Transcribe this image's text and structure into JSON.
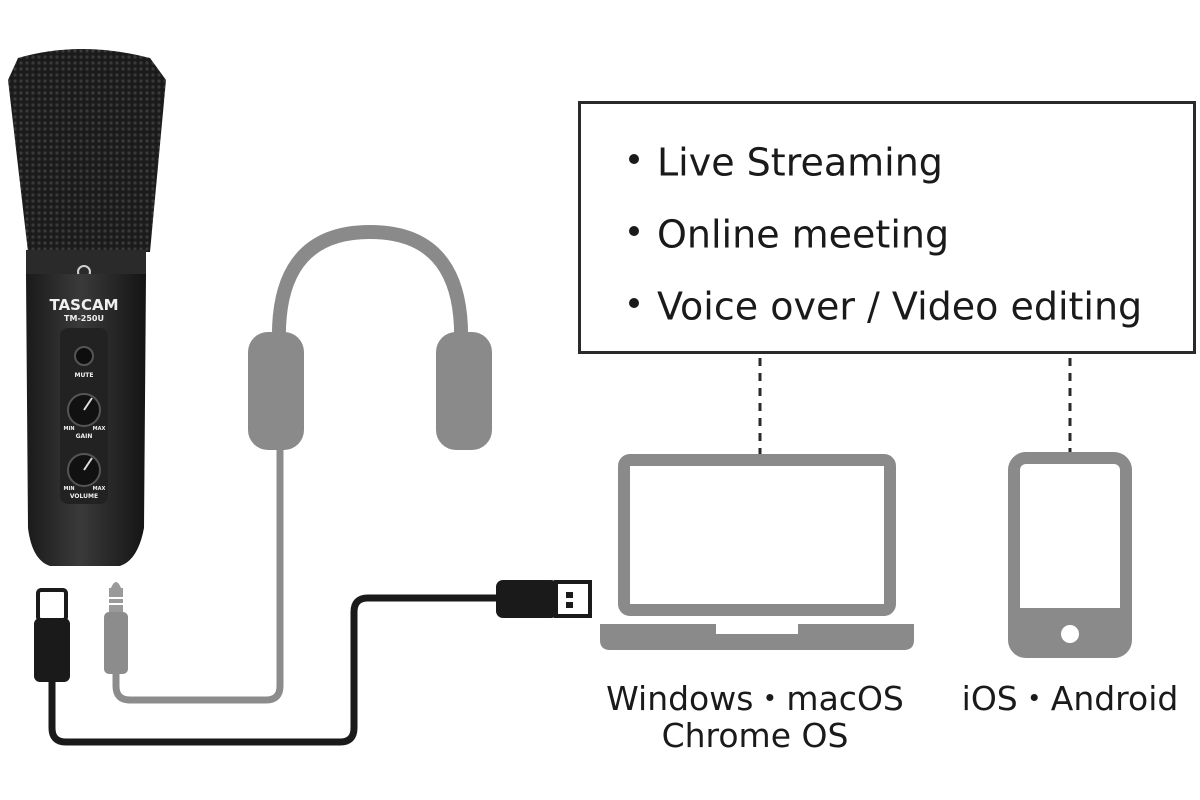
{
  "use_cases": [
    "Live Streaming",
    "Online meeting",
    "Voice over / Video editing"
  ],
  "computer_os": {
    "line1": "Windows・macOS",
    "line2": "Chrome OS"
  },
  "mobile_os": "iOS・Android",
  "microphone": {
    "brand": "TASCAM",
    "model": "TM-250U",
    "mute_label": "MUTE",
    "gain_label": "GAIN",
    "volume_label": "VOLUME",
    "min_label": "MIN",
    "max_label": "MAX"
  },
  "colors": {
    "cable_black": "#1a1a1a",
    "cable_gray": "#8c8c8c",
    "device_gray": "#8a8a8a",
    "headphones_gray": "#8a8a8a",
    "box_border": "#2a2a2a"
  }
}
